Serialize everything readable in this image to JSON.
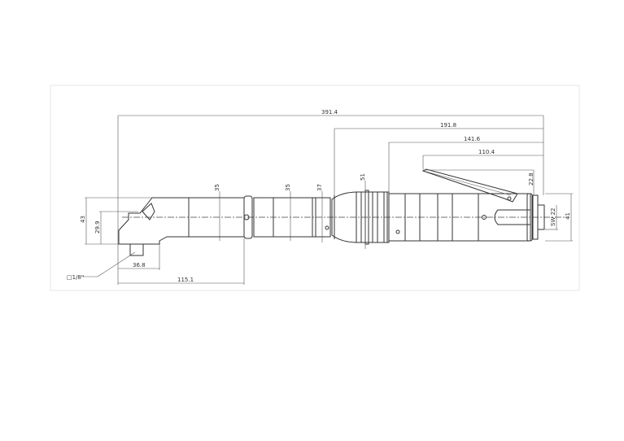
{
  "drawing": {
    "dimensions": {
      "overall_length": "391.4",
      "length_rear_section": "191.8",
      "length_handle": "141.6",
      "length_lever": "110.4",
      "lever_height": "22.8",
      "wrench_flat": "SW 22",
      "rear_diameter": "41",
      "collar_diameter": "51",
      "ring_diameter": "37",
      "tube_diameter_1": "35",
      "tube_diameter_2": "35",
      "head_height": "43",
      "head_offset": "29.9",
      "head_width": "36.8",
      "head_to_joint": "115.1",
      "square_drive": "□1/8''"
    }
  }
}
